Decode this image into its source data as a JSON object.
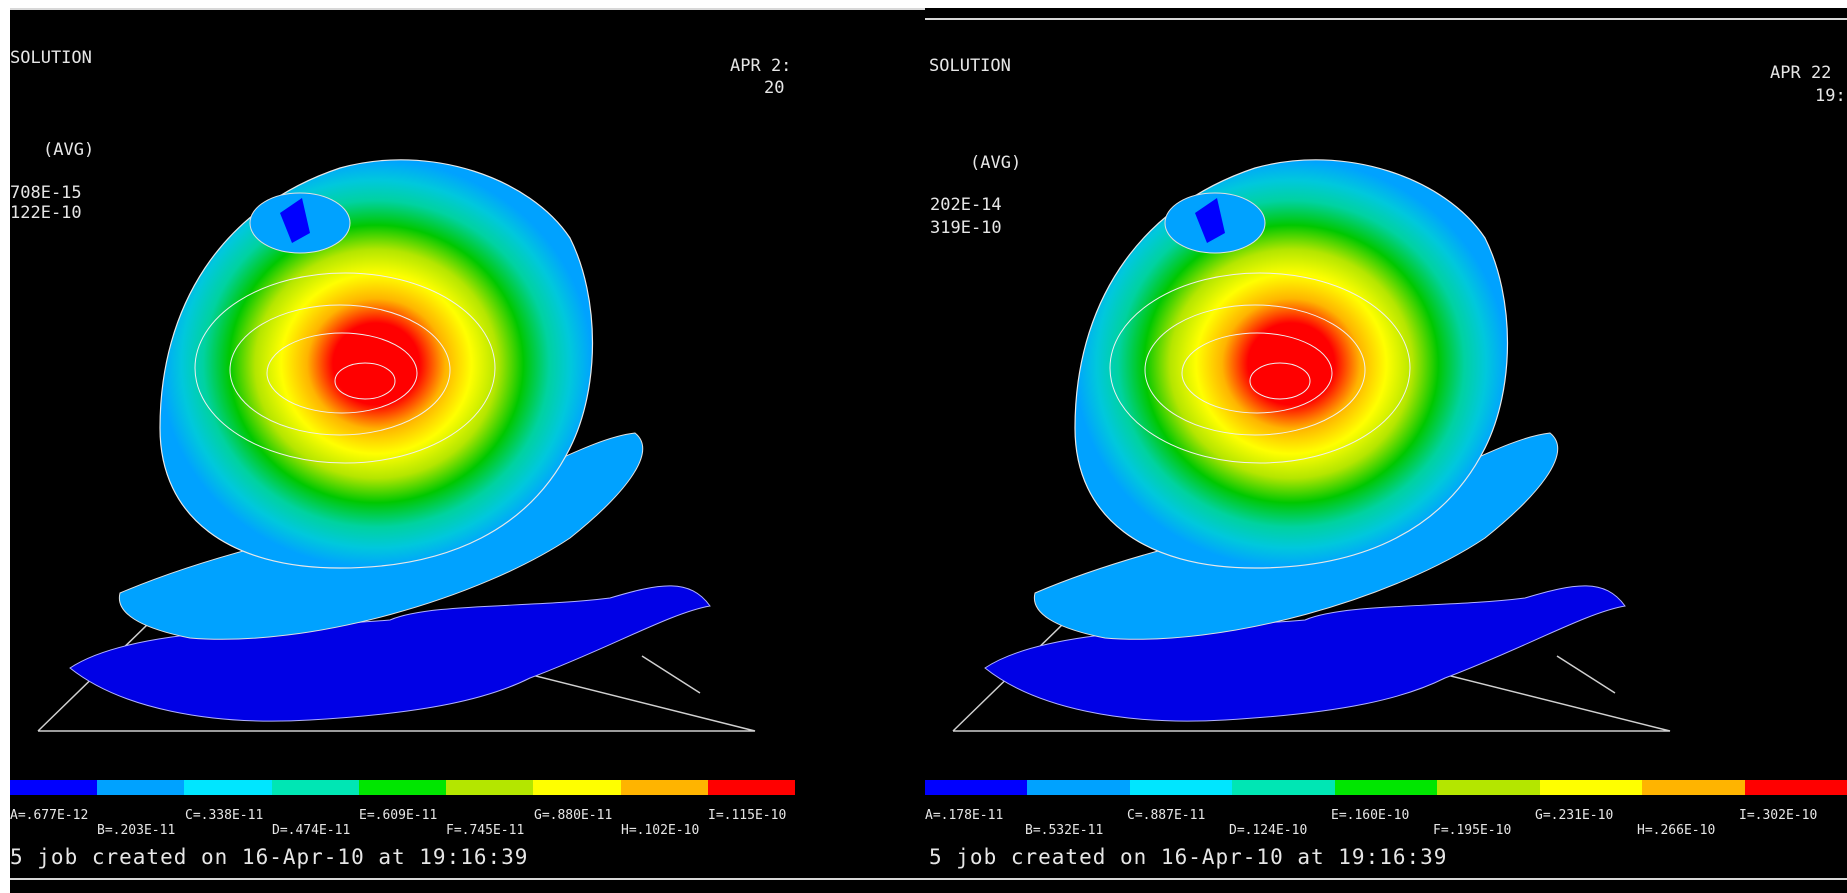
{
  "colors": {
    "contour": [
      "#0000ff",
      "#00a2ff",
      "#00e6ff",
      "#00e6b4",
      "#00e600",
      "#b4e600",
      "#ffff00",
      "#ffb400",
      "#ff0000"
    ]
  },
  "panes": [
    {
      "title": "SOLUTION",
      "avg": "(AVG)",
      "smn": "708E-15",
      "smx": "122E-10",
      "date": "APR 2:",
      "time": "20",
      "legend": [
        {
          "label": "A=.677E-12"
        },
        {
          "label": "B=.203E-11"
        },
        {
          "label": "C=.338E-11"
        },
        {
          "label": "D=.474E-11"
        },
        {
          "label": "E=.609E-11"
        },
        {
          "label": "F=.745E-11"
        },
        {
          "label": "G=.880E-11"
        },
        {
          "label": "H=.102E-10"
        },
        {
          "label": "I=.115E-10"
        }
      ],
      "footer": "5 job created on 16-Apr-10 at 19:16:39"
    },
    {
      "title": "SOLUTION",
      "avg": "(AVG)",
      "smn": "202E-14",
      "smx": "319E-10",
      "date": "APR 22",
      "time": "19:",
      "legend": [
        {
          "label": "A=.178E-11"
        },
        {
          "label": "B=.532E-11"
        },
        {
          "label": "C=.887E-11"
        },
        {
          "label": "D=.124E-10"
        },
        {
          "label": "E=.160E-10"
        },
        {
          "label": "F=.195E-10"
        },
        {
          "label": "G=.231E-10"
        },
        {
          "label": "H=.266E-10"
        },
        {
          "label": "I=.302E-10"
        }
      ],
      "footer": "5 job created on 16-Apr-10 at 19:16:39"
    }
  ]
}
